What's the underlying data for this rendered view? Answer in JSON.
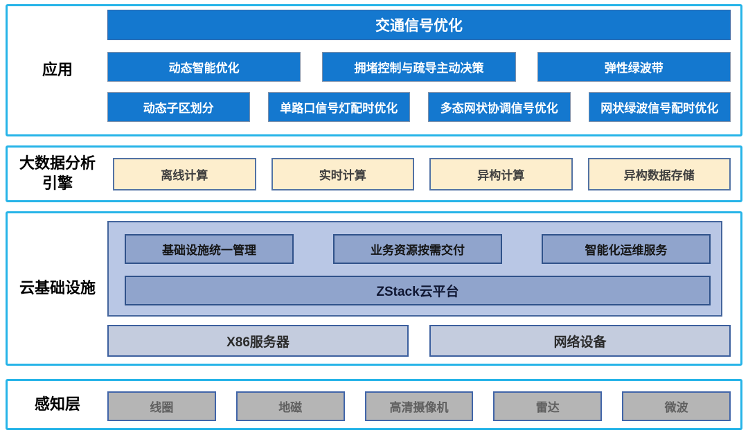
{
  "palette": {
    "section_border": "#27b4e8",
    "app_box": "#1478cf",
    "app_box_border": "#7d8fa9",
    "title_border": "#3a65a2",
    "cream_fill": "#fdeecd",
    "cream_border": "#5272a4",
    "cream_text": "#3f3f3f",
    "cloud_container": "#b9c7e5",
    "cloud_container_border": "#44659c",
    "cloud_box": "#90a4cc",
    "cloud_box_border": "#30528a",
    "cloud_text": "#141414",
    "zstack_text": "#101733",
    "hw_fill": "#c4ccde",
    "hw_border": "#3c5f9e",
    "hw_text": "#2b2b2b",
    "sense_fill": "#b5b5b5",
    "sense_border": "#4165a9",
    "sense_text": "#5f5f5f",
    "label_text": "#000000"
  },
  "sections": {
    "application": {
      "label": "应用",
      "title": "交通信号优化",
      "row2": [
        "动态智能优化",
        "拥堵控制与疏导主动决策",
        "弹性绿波带"
      ],
      "row3": [
        "动态子区划分",
        "单路口信号灯配时优化",
        "多态网状协调信号优化",
        "网状绿波信号配时优化"
      ]
    },
    "bigdata": {
      "label_line1": "大数据分析",
      "label_line2": "引擎",
      "items": [
        "离线计算",
        "实时计算",
        "异构计算",
        "异构数据存储"
      ]
    },
    "cloud": {
      "label": "云基础设施",
      "services": [
        "基础设施统一管理",
        "业务资源按需交付",
        "智能化运维服务"
      ],
      "platform": "ZStack云平台",
      "hardware": [
        "X86服务器",
        "网络设备"
      ]
    },
    "perception": {
      "label": "感知层",
      "items": [
        "线圈",
        "地磁",
        "高清摄像机",
        "雷达",
        "微波"
      ]
    }
  }
}
